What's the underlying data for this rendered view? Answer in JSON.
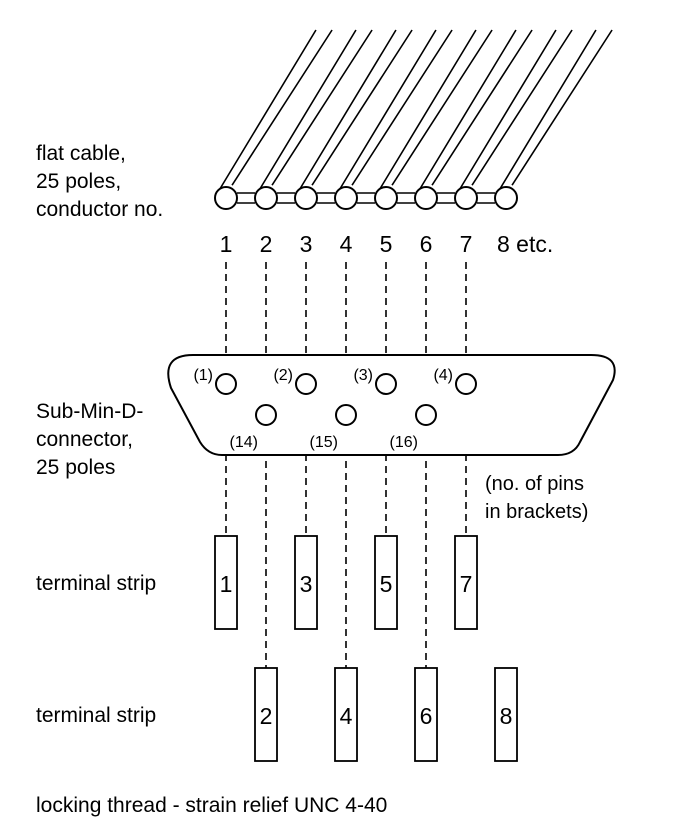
{
  "labels": {
    "flat_cable": [
      "flat cable,",
      "25 poles,",
      "conductor no."
    ],
    "connector": [
      "Sub-Min-D-",
      "connector,",
      "25 poles"
    ],
    "pin_note": [
      "(no. of pins",
      "in brackets)"
    ],
    "terminal_strip_top": "terminal strip",
    "terminal_strip_bottom": "terminal strip",
    "footer": "locking thread - strain relief UNC 4-40"
  },
  "conductor_numbers": [
    "1",
    "2",
    "3",
    "4",
    "5",
    "6",
    "7"
  ],
  "conductor_last": "8 etc.",
  "top_pins": [
    "(1)",
    "(2)",
    "(3)",
    "(4)"
  ],
  "bottom_pins": [
    "(14)",
    "(15)",
    "(16)"
  ],
  "terminals_top": [
    "1",
    "3",
    "5",
    "7"
  ],
  "terminals_bottom": [
    "2",
    "4",
    "6",
    "8"
  ]
}
